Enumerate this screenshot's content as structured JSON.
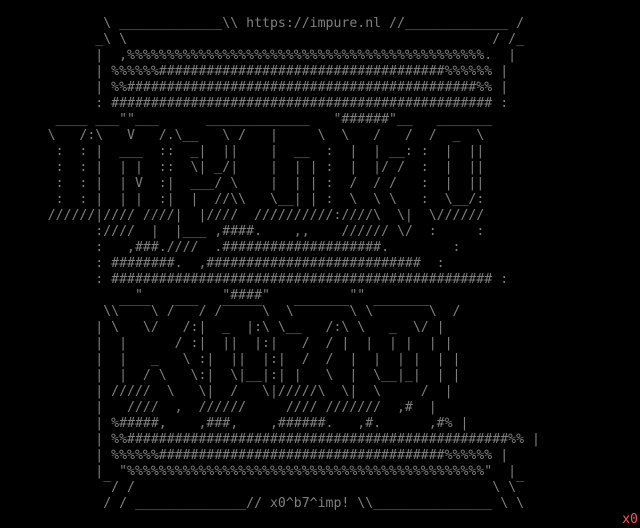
{
  "header": {
    "url": "https://impure.nl"
  },
  "footer": {
    "signature": "x0^b7^imp!"
  },
  "status": {
    "indicator": "x0",
    "indicator_color": "#ff5555"
  },
  "colors": {
    "text": "#7f7f7f",
    "background": "#000000"
  },
  "art": {
    "lines": [
      "",
      "             \\ _____________\\\\ https://impure.nl //_____________ /",
      "            _\\ \\                                              / /_",
      "            |  ,%%%%%%%%%%%%%%%%%%%%%%%%%%%%%%%%%%%%%%%%%%%%%.  |",
      "            | %%%%%%####################################%%%%%% |",
      "            | %%############################################%% |",
      "            : ################################################ :",
      "       ____ ___\"\"___      _____________   \"######\"__   _______",
      "      \\   /:\\   V   /.\\__   \\ /   |     \\  \\   /   /  /  _  \\",
      "       :  : |  ___  ::  _|  ||    |  __  :  |  | __: :  |  ||",
      "       :  : |  | |  ::  \\| _/|    |  | | :  |  |/ /  :  |  ||",
      "       :  : |  | V  :|  ___/ \\    |  | | :  /  / /   :  |  ||",
      "       :  : |  | |  :|  |  //\\\\   \\__| | :  \\  \\ \\   :  \\__/:",
      "      //////|//// ////|  |////  //////////:////\\  \\|  \\////// ",
      "            :////  |  |___ ,####.    ,,    ////// \\/  :     :",
      "            :   ,###.////  .####################.        :",
      "            : ########.  ,###########################  :",
      "            : ################################################ :",
      "                 \"          \"####\"          \"\"",
      "             \\\\‾‾‾‾\\ /‾‾‾/ /‾‾‾‾‾\\  \\‾‾‾‾‾‾‾\\ \\‾‾‾‾‾‾‾\\  /",
      "            | \\   \\/   /:|  _  |:\\ \\__   /:\\ \\   _  \\/ |",
      "            |  |      / :|  ||  |:|   /  / |  |  | |  | |",
      "            |  |   _   \\ :|  ||  |:|  /  /  |  |  | |  | |",
      "            |  |  / \\   \\:|  \\|__|:| |   \\  |  \\__|_|  | |",
      "            | /////  \\   \\|  /   \\|/////\\  \\|  \\     /  |",
      "            |   ////  ,  //////     //// ///////  ,#  |",
      "            | %#####,    ,###,    ,######.   ,#.      ,#% |",
      "            | %%################################################%% |",
      "            | %%%%%%####################################%%%%%% |",
      "            |  \"%%%%%%%%%%%%%%%%%%%%%%%%%%%%%%%%%%%%%%%%%%%%%\"  |",
      "             ‾/ /                                             \\ \\‾",
      "             / / ______________// x0^b7^imp! \\\\_______________ \\ \\"
    ]
  }
}
